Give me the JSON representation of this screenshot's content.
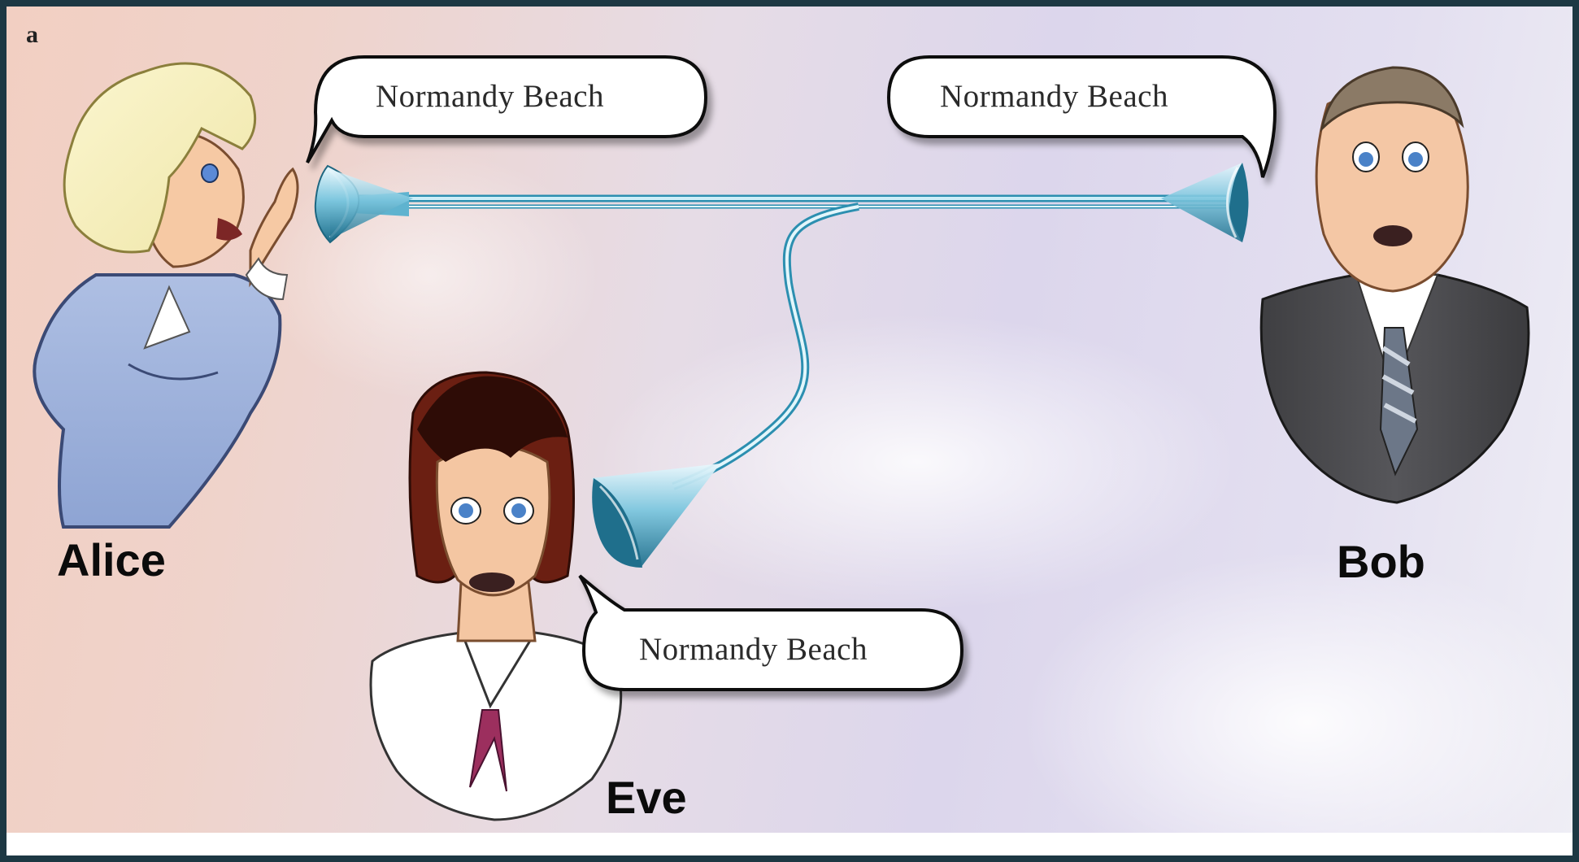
{
  "panel_label": "a",
  "people": {
    "alice": "Alice",
    "bob": "Bob",
    "eve": "Eve"
  },
  "bubbles": {
    "alice": "Normandy Beach",
    "bob": "Normandy Beach",
    "eve": "Normandy Beach"
  },
  "colors": {
    "background_left": "#f2cfc2",
    "background_right": "#e3dff0",
    "channel": "#3ea8c8",
    "frame": "#1d3843"
  }
}
